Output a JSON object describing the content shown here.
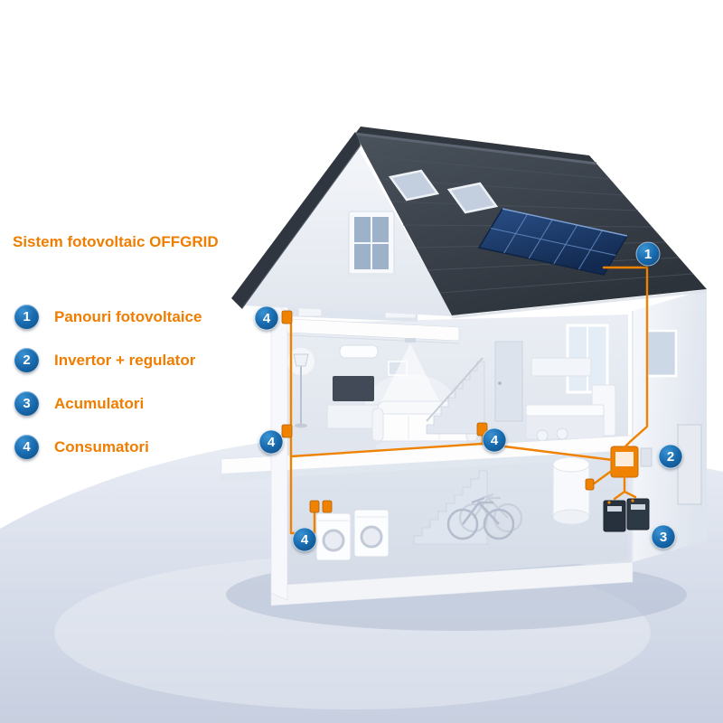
{
  "header": {
    "title": "Sistem fotovoltaic OFFGRID"
  },
  "legend": {
    "items": [
      {
        "number": "1",
        "label": "Panouri fotovoltaice"
      },
      {
        "number": "2",
        "label": "Invertor + regulator"
      },
      {
        "number": "3",
        "label": "Acumulatori"
      },
      {
        "number": "4",
        "label": "Consumatori"
      }
    ]
  },
  "diagram": {
    "markers": [
      {
        "name": "solar-panels",
        "number": "1"
      },
      {
        "name": "inverter-regulator",
        "number": "2"
      },
      {
        "name": "batteries",
        "number": "3"
      },
      {
        "name": "attic-consumer",
        "number": "4"
      },
      {
        "name": "living-room-consumer",
        "number": "4"
      },
      {
        "name": "kitchen-consumer",
        "number": "4"
      },
      {
        "name": "laundry-consumer",
        "number": "4"
      }
    ]
  },
  "colors": {
    "accent_orange": "#ef7d00",
    "marker_blue": "#0b4c84",
    "roof_dark": "#343b44",
    "solar_panel_blue": "#16335c",
    "ground_lavender": "#ccd4e4",
    "wall_white": "#f2f4f8"
  }
}
